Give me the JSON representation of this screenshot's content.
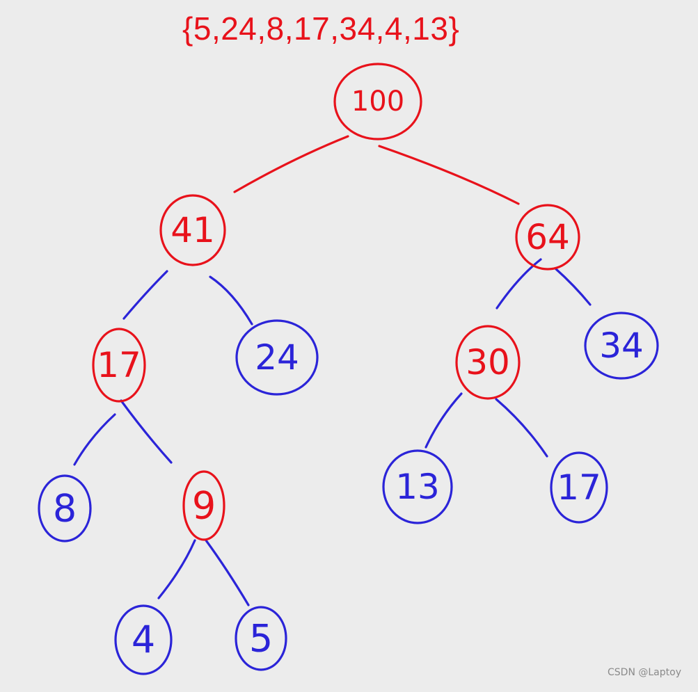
{
  "title": "{5,24,8,17,34,4,13}",
  "watermark": "CSDN @Laptoy",
  "colors": {
    "red": "#e8121b",
    "blue": "#2b24d8",
    "background": "#ececec"
  },
  "nodes": [
    {
      "id": "n100",
      "label": "100",
      "color": "red"
    },
    {
      "id": "n41",
      "label": "41",
      "color": "red"
    },
    {
      "id": "n64",
      "label": "64",
      "color": "red"
    },
    {
      "id": "n17a",
      "label": "17",
      "color": "red"
    },
    {
      "id": "n24",
      "label": "24",
      "color": "blue"
    },
    {
      "id": "n30",
      "label": "30",
      "color": "red"
    },
    {
      "id": "n34",
      "label": "34",
      "color": "blue"
    },
    {
      "id": "n8",
      "label": "8",
      "color": "blue"
    },
    {
      "id": "n9",
      "label": "9",
      "color": "red"
    },
    {
      "id": "n13",
      "label": "13",
      "color": "blue"
    },
    {
      "id": "n17b",
      "label": "17",
      "color": "blue"
    },
    {
      "id": "n4",
      "label": "4",
      "color": "blue"
    },
    {
      "id": "n5",
      "label": "5",
      "color": "blue"
    }
  ],
  "edges": [
    {
      "from": "n100",
      "to": "n41",
      "color": "red"
    },
    {
      "from": "n100",
      "to": "n64",
      "color": "red"
    },
    {
      "from": "n41",
      "to": "n17a",
      "color": "blue"
    },
    {
      "from": "n41",
      "to": "n24",
      "color": "blue"
    },
    {
      "from": "n64",
      "to": "n30",
      "color": "blue"
    },
    {
      "from": "n64",
      "to": "n34",
      "color": "blue"
    },
    {
      "from": "n17a",
      "to": "n8",
      "color": "blue"
    },
    {
      "from": "n17a",
      "to": "n9",
      "color": "blue"
    },
    {
      "from": "n30",
      "to": "n13",
      "color": "blue"
    },
    {
      "from": "n30",
      "to": "n17b",
      "color": "blue"
    },
    {
      "from": "n9",
      "to": "n4",
      "color": "blue"
    },
    {
      "from": "n9",
      "to": "n5",
      "color": "blue"
    }
  ]
}
